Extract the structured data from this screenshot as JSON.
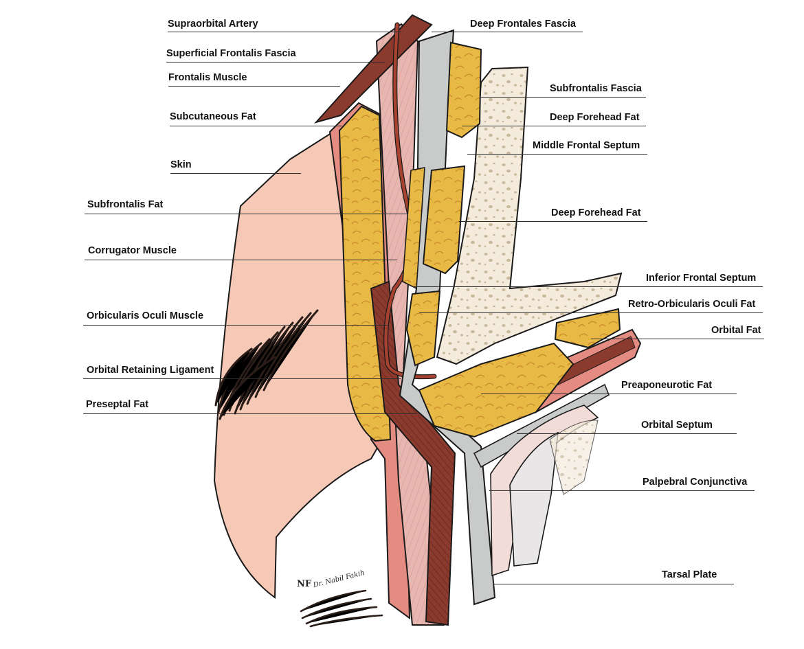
{
  "labels_left": [
    {
      "id": "supraorbital-artery",
      "text": "Supraorbital Artery"
    },
    {
      "id": "superficial-frontalis-fascia",
      "text": "Superficial Frontalis Fascia"
    },
    {
      "id": "frontalis-muscle",
      "text": "Frontalis Muscle"
    },
    {
      "id": "subcutaneous-fat",
      "text": "Subcutaneous Fat"
    },
    {
      "id": "skin",
      "text": "Skin"
    },
    {
      "id": "subfrontalis-fat",
      "text": "Subfrontalis Fat"
    },
    {
      "id": "corrugator-muscle",
      "text": "Corrugator Muscle"
    },
    {
      "id": "orbicularis-oculi-muscle",
      "text": "Orbicularis Oculi Muscle"
    },
    {
      "id": "orbital-retaining-ligament",
      "text": "Orbital Retaining Ligament"
    },
    {
      "id": "preseptal-fat",
      "text": "Preseptal Fat"
    }
  ],
  "labels_right": [
    {
      "id": "deep-frontales-fascia",
      "text": "Deep Frontales Fascia"
    },
    {
      "id": "subfrontalis-fascia",
      "text": "Subfrontalis Fascia"
    },
    {
      "id": "deep-forehead-fat-upper",
      "text": "Deep Forehead Fat"
    },
    {
      "id": "middle-frontal-septum",
      "text": "Middle Frontal Septum"
    },
    {
      "id": "deep-forehead-fat-lower",
      "text": "Deep Forehead Fat"
    },
    {
      "id": "inferior-frontal-septum",
      "text": "Inferior Frontal Septum"
    },
    {
      "id": "retro-orbicularis-oculi-fat",
      "text": "Retro-Orbicularis Oculi Fat"
    },
    {
      "id": "orbital-fat",
      "text": "Orbital Fat"
    },
    {
      "id": "preaponeurotic-fat",
      "text": "Preaponeurotic Fat"
    },
    {
      "id": "orbital-septum",
      "text": "Orbital Septum"
    },
    {
      "id": "palpebral-conjunctiva",
      "text": "Palpebral Conjunctiva"
    },
    {
      "id": "tarsal-plate",
      "text": "Tarsal Plate"
    }
  ],
  "signature": {
    "monogram": "NF",
    "text": "Dr. Nabil Fakih"
  },
  "colors": {
    "skin": "#f6c8b6",
    "dermis": "#e48c82",
    "muscle": "#8b3a2e",
    "muscle_light": "#e8b6b0",
    "fat": "#e8b945",
    "fat_dark": "#c98a2c",
    "fascia": "#c9cbcb",
    "bone": "#f4ebdc",
    "bone_speckle": "#c8b89c",
    "hair": "#2a1d18",
    "outline": "#1a1a1a"
  }
}
